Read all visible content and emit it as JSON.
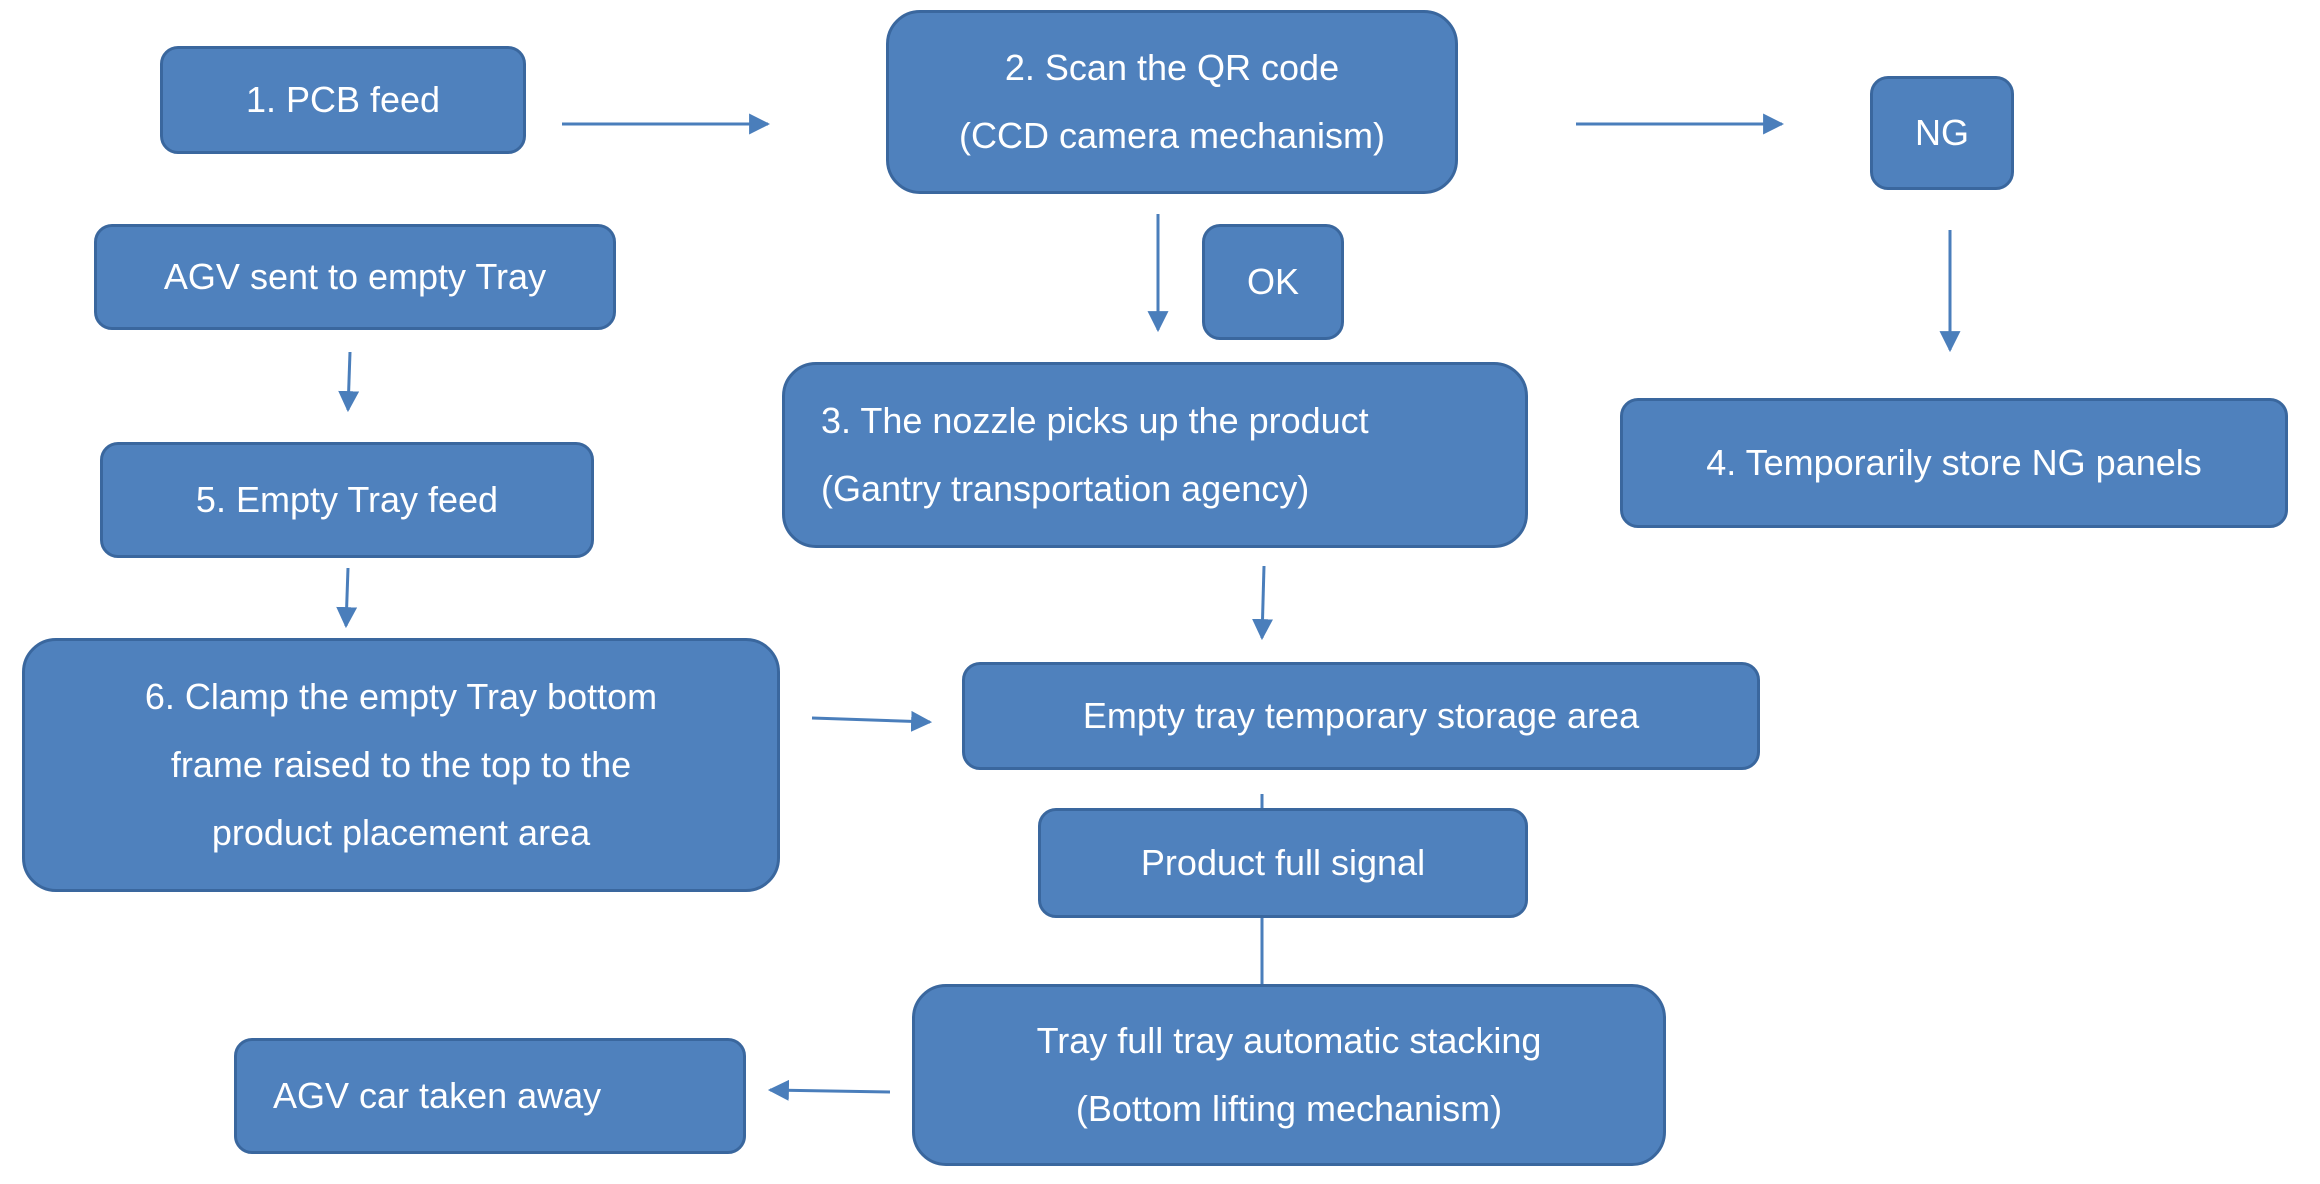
{
  "colors": {
    "box_fill": "#4f81bd",
    "box_border": "#3a679e",
    "connector": "#4a7ebb",
    "text": "#ffffff",
    "background": "#ffffff"
  },
  "nodes": {
    "pcb_feed": {
      "lines": [
        "1. PCB feed"
      ]
    },
    "scan_qr": {
      "lines": [
        "2. Scan the QR code",
        "(CCD camera mechanism)"
      ]
    },
    "ng": {
      "lines": [
        "NG"
      ]
    },
    "ok": {
      "lines": [
        "OK"
      ]
    },
    "agv_sent": {
      "lines": [
        "AGV sent to empty Tray"
      ]
    },
    "nozzle_pick": {
      "lines": [
        "3. The nozzle picks up the product",
        "(Gantry transportation agency)"
      ]
    },
    "store_ng": {
      "lines": [
        "4. Temporarily store NG panels"
      ]
    },
    "empty_tray_feed": {
      "lines": [
        "5. Empty Tray feed"
      ]
    },
    "clamp_tray": {
      "lines": [
        "6. Clamp the empty Tray bottom",
        "frame raised to the top to the",
        "product placement area"
      ]
    },
    "tray_storage": {
      "lines": [
        "Empty tray temporary storage area"
      ]
    },
    "full_signal": {
      "lines": [
        "Product full signal"
      ]
    },
    "auto_stacking": {
      "lines": [
        "Tray full tray automatic stacking",
        "(Bottom lifting mechanism)"
      ]
    },
    "agv_away": {
      "lines": [
        "AGV car taken away"
      ]
    }
  }
}
